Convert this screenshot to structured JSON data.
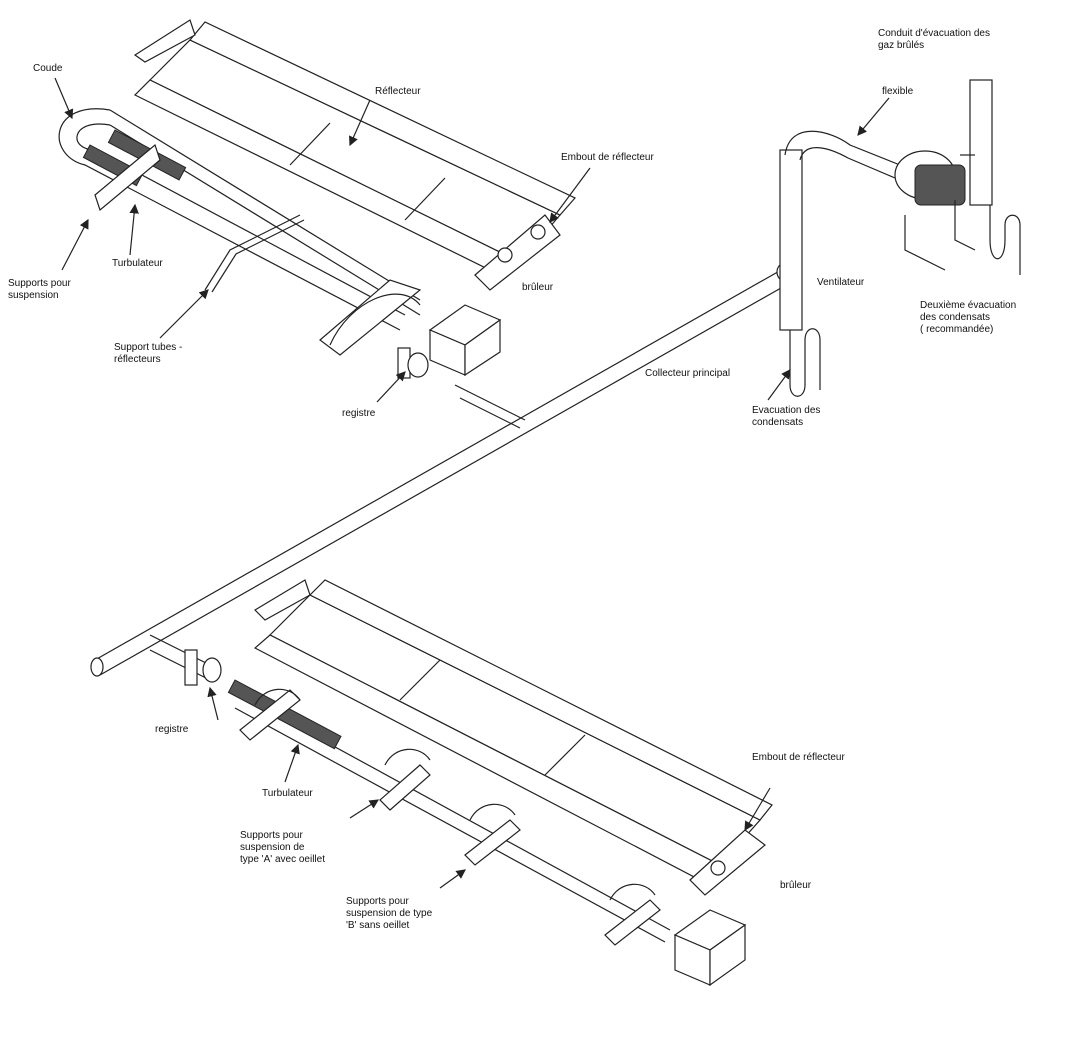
{
  "labels": {
    "coude": "Coude",
    "reflecteur": "Réflecteur",
    "embout_top": "Embout de réflecteur",
    "supports_susp": [
      "Supports pour",
      "suspension"
    ],
    "turbulateur_top": "Turbulateur",
    "support_tubes": [
      "Support tubes -",
      "réflecteurs"
    ],
    "bruleur_top": "brûleur",
    "registre_top": "registre",
    "conduit": [
      "Conduit d'évacuation des",
      "gaz brûlés"
    ],
    "flexible": "flexible",
    "ventilateur": "Ventilateur",
    "deuxieme": [
      "Deuxième évacuation",
      "des condensats",
      "( recommandée)"
    ],
    "collecteur": "Collecteur principal",
    "evacuation": [
      "Evacuation des",
      "condensats"
    ],
    "registre_bottom": "registre",
    "turbulateur_bottom": "Turbulateur",
    "embout_bottom": "Embout de réflecteur",
    "supports_a": [
      "Supports pour",
      "suspension de",
      "type 'A' avec oeillet"
    ],
    "supports_b": [
      "Supports pour",
      "suspension de type",
      "'B' sans oeillet"
    ],
    "bruleur_bottom": "brûleur"
  }
}
